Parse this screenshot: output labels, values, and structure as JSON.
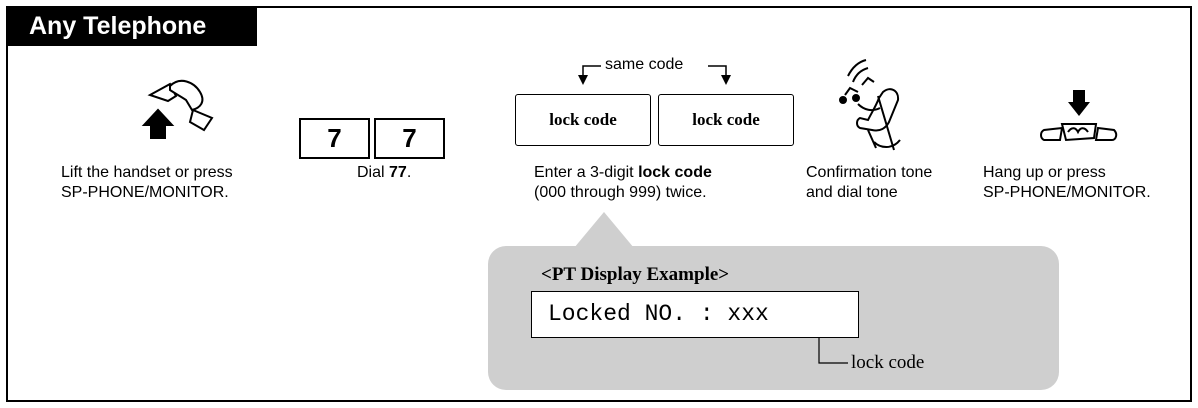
{
  "header": {
    "title": "Any Telephone"
  },
  "steps": [
    {
      "icon": "handset-lift-icon",
      "caption_line1": "Lift the handset or press",
      "caption_line2": "SP-PHONE/MONITOR."
    },
    {
      "icon": "dial-keys",
      "keys": [
        "7",
        "7"
      ],
      "caption_prefix": "Dial ",
      "caption_bold": "77",
      "caption_suffix": "."
    },
    {
      "icon": "code-boxes",
      "same_code_label": "same code",
      "code_box_1": "lock code",
      "code_box_2": "lock code",
      "caption_prefix": "Enter a 3-digit ",
      "caption_bold": "lock code",
      "caption_line2": "(000 through 999) twice."
    },
    {
      "icon": "confirmation-tone-icon",
      "caption_line1": "Confirmation tone",
      "caption_line2": "and dial tone"
    },
    {
      "icon": "hang-up-icon",
      "caption_line1": "Hang up or press",
      "caption_line2": "SP-PHONE/MONITOR."
    }
  ],
  "display_example": {
    "title": "<PT Display Example>",
    "screen_text": "Locked NO. : xxx",
    "pointer_label": "lock code"
  },
  "colors": {
    "frame": "#000000",
    "header_bg": "#000000",
    "header_text": "#ffffff",
    "callout_bg": "#cfcfcf"
  }
}
